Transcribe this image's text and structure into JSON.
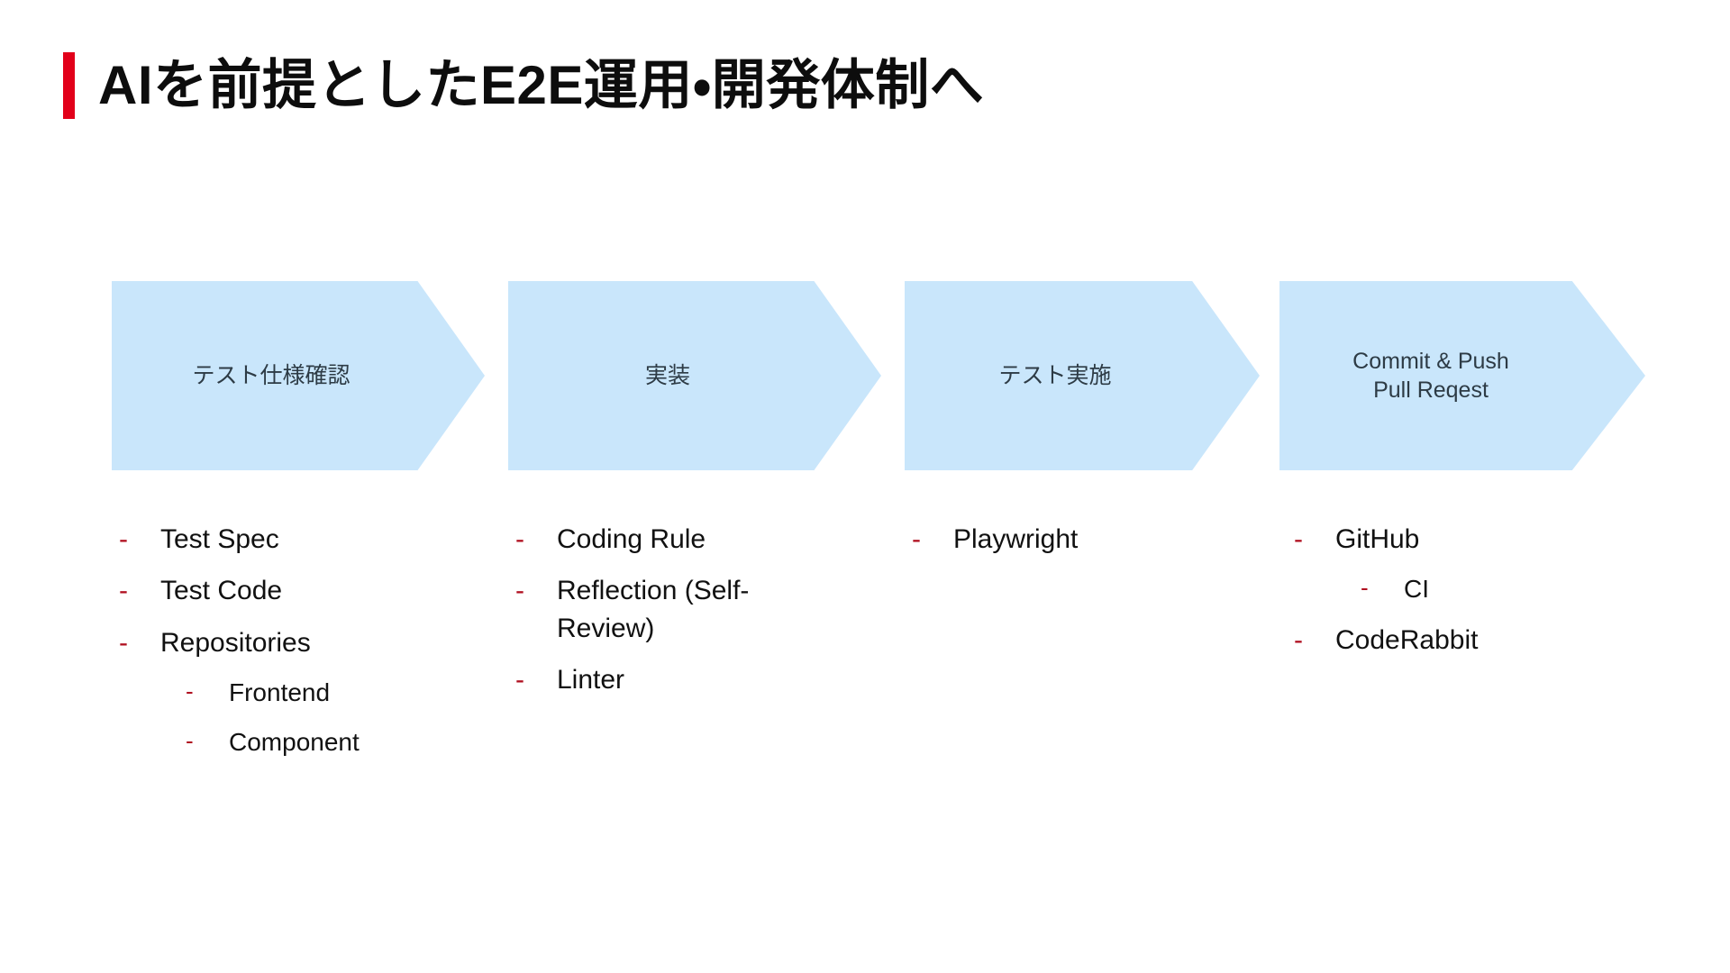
{
  "slide": {
    "title": "AIを前提としたE2E運用・開発体制へ",
    "accent_color": "#e2001a",
    "chevron_color": "#c9e6fb",
    "bullet_dash_color": "#b01020",
    "background_color": "#ffffff"
  },
  "stages": [
    {
      "id": "stage-1",
      "label": "テスト仕様確認"
    },
    {
      "id": "stage-2",
      "label": "実装"
    },
    {
      "id": "stage-3",
      "label": "テスト実施"
    },
    {
      "id": "stage-4",
      "label": "Commit & Push\nPull Reqest"
    }
  ],
  "columns": [
    {
      "id": "column-test-spec",
      "items": [
        {
          "dash": "-",
          "text": "Test Spec",
          "level": 1
        },
        {
          "dash": "-",
          "text": "Test Code",
          "level": 1
        },
        {
          "dash": "-",
          "text": "Repositories",
          "level": 1
        },
        {
          "dash": "-",
          "text": "Frontend",
          "level": 2
        },
        {
          "dash": "-",
          "text": "Component",
          "level": 2
        }
      ]
    },
    {
      "id": "column-implementation",
      "items": [
        {
          "dash": "-",
          "text": "Coding Rule",
          "level": 1
        },
        {
          "dash": "-",
          "text": "Reflection (Self-Review)",
          "level": 1
        },
        {
          "dash": "-",
          "text": "Linter",
          "level": 1
        }
      ]
    },
    {
      "id": "column-test-execution",
      "items": [
        {
          "dash": "-",
          "text": "Playwright",
          "level": 1
        }
      ]
    },
    {
      "id": "column-commit-push",
      "items": [
        {
          "dash": "-",
          "text": "GitHub",
          "level": 1
        },
        {
          "dash": "-",
          "text": "CI",
          "level": 2
        },
        {
          "dash": "-",
          "text": "CodeRabbit",
          "level": 1
        }
      ]
    }
  ]
}
